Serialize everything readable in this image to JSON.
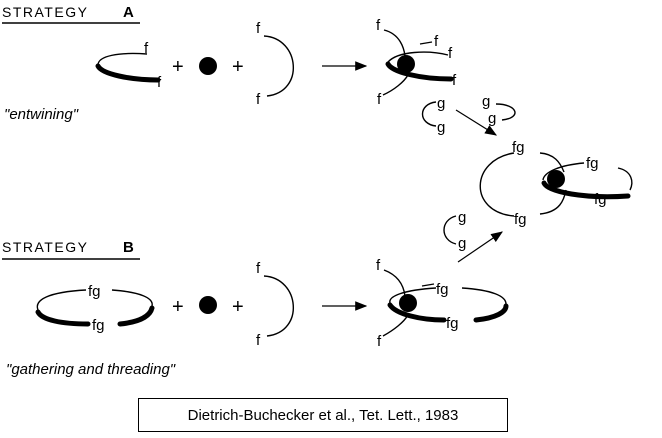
{
  "strategy_a": {
    "label_word": "STRATEGY",
    "label_letter": "A",
    "caption": "\"entwining\""
  },
  "strategy_b": {
    "label_word": "STRATEGY",
    "label_letter": "B",
    "caption": "\"gathering and threading\""
  },
  "symbols": {
    "f": "f",
    "g": "g",
    "fg": "fg",
    "plus": "+"
  },
  "citation": "Dietrich-Buchecker et al., Tet. Lett., 1983"
}
